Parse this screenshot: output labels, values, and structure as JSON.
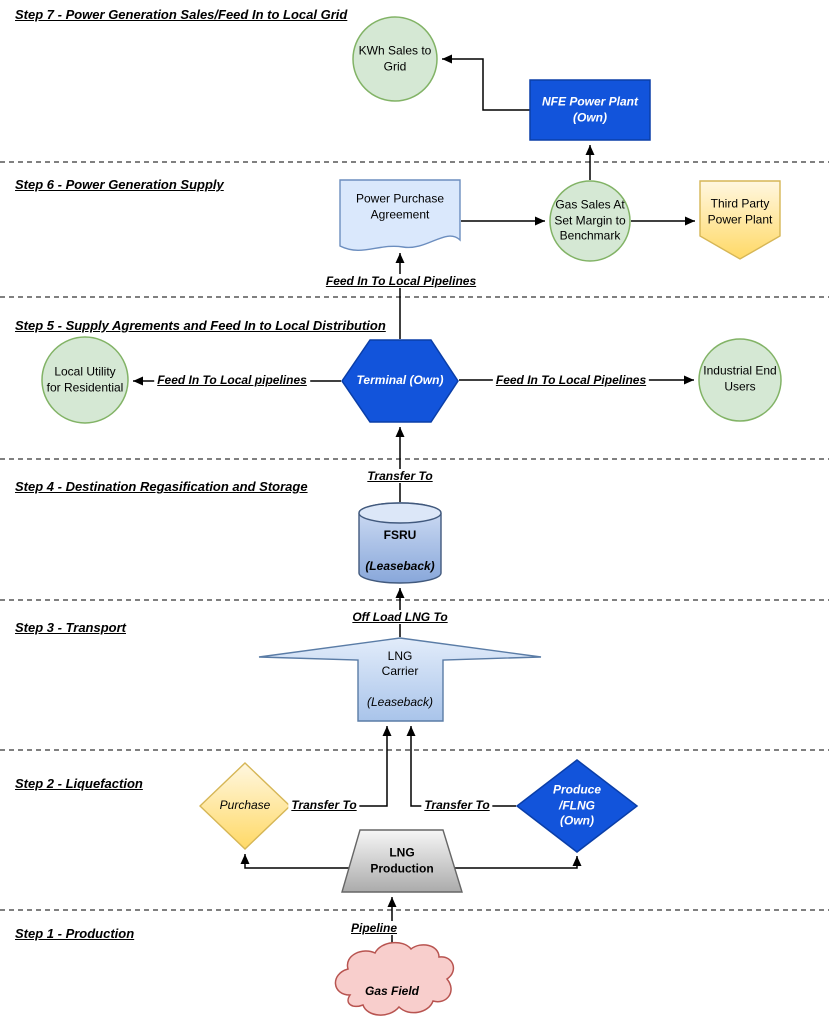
{
  "steps": [
    {
      "title": "Step 7 - Power Generation Sales/Feed In to Local Grid"
    },
    {
      "title": "Step 6 - Power Generation Supply"
    },
    {
      "title": "Step 5 - Supply Agrements and Feed In to Local Distribution"
    },
    {
      "title": "Step 4 - Destination Regasification and Storage"
    },
    {
      "title": "Step 3 - Transport"
    },
    {
      "title": "Step 2 - Liquefaction"
    },
    {
      "title": "Step 1 - Production"
    }
  ],
  "nodes": {
    "kwh_sales": {
      "label": "KWh Sales to\nGrid"
    },
    "nfe_power_plant": {
      "label": "NFE Power Plant\n(Own)"
    },
    "power_purchase_agreement": {
      "label": "Power Purchase\nAgreement"
    },
    "gas_sales": {
      "label": "Gas Sales At\nSet Margin to\nBenchmark"
    },
    "third_party_power_plant": {
      "label": "Third Party\nPower Plant"
    },
    "local_utility": {
      "label": "Local Utility\nfor Residential"
    },
    "terminal": {
      "label": "Terminal (Own)"
    },
    "industrial_end_users": {
      "label": "Industrial End\nUsers"
    },
    "fsru": {
      "line1": "FSRU",
      "line2": "(Leaseback)"
    },
    "lng_carrier": {
      "line1": "LNG\nCarrier",
      "line2": "(Leaseback)"
    },
    "purchase": {
      "label": "Purchase"
    },
    "produce_flng": {
      "label": "Produce\n/FLNG\n(Own)"
    },
    "lng_production": {
      "label": "LNG\nProduction"
    },
    "gas_field": {
      "label": "Gas Field"
    }
  },
  "edge_labels": {
    "feed_in_step6": "Feed In To Local Pipelines",
    "feed_in_left": "Feed In To Local pipelines",
    "feed_in_right": "Feed In To Local Pipelines",
    "transfer_to_terminal": "Transfer To",
    "off_load_lng_to": "Off Load LNG To",
    "transfer_to_left": "Transfer To",
    "transfer_to_right": "Transfer To",
    "pipeline": "Pipeline"
  },
  "colors": {
    "green_fill": "#d5e8d4",
    "green_stroke": "#82b366",
    "accent_blue_fill": "#1254db",
    "accent_blue_stroke": "#0a3ea8",
    "light_blue_fill": "#dae8fc",
    "light_blue_stroke": "#6c8ebf",
    "yellow_fill_top": "#fff2cc",
    "yellow_fill_bottom": "#ffd966",
    "yellow_stroke": "#d6b656",
    "gray_fill_top": "#f5f5f5",
    "gray_fill_bottom": "#aeaeae",
    "gray_stroke": "#666666",
    "cloud_fill": "#f8cecc",
    "cloud_stroke": "#b85450",
    "line_color": "#000000"
  }
}
